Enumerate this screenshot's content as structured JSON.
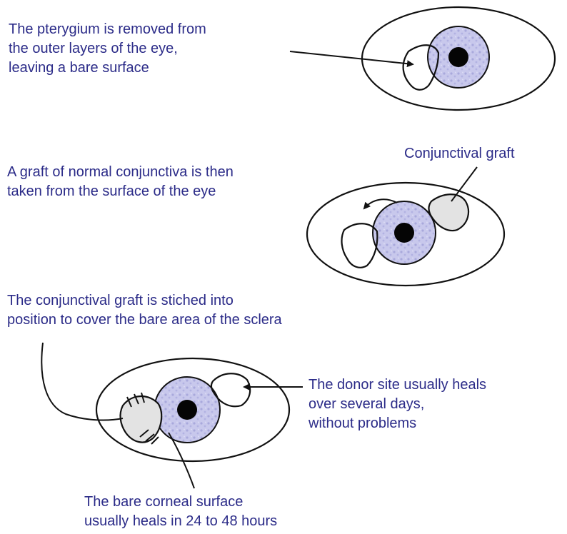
{
  "colors": {
    "caption_text": "#2b2b88",
    "iris_fill": "#c8c8ec",
    "graft_fill": "#e3e3e3",
    "outline": "#111111"
  },
  "step1": {
    "lines": [
      "The pterygium is removed from",
      "the outer layers of the eye,",
      "leaving a bare surface"
    ]
  },
  "step2": {
    "lines": [
      "A graft of normal conjunctiva is then",
      "taken from the surface of the eye"
    ],
    "graft_label": "Conjunctival graft"
  },
  "step3": {
    "lines": [
      "The conjunctival graft is stiched into",
      "position to cover the bare area of the sclera"
    ],
    "donor_lines": [
      "The donor site usually heals",
      "over several days,",
      "without problems"
    ],
    "cornea_lines": [
      "The bare corneal surface",
      "usually heals in 24 to 48 hours"
    ]
  }
}
